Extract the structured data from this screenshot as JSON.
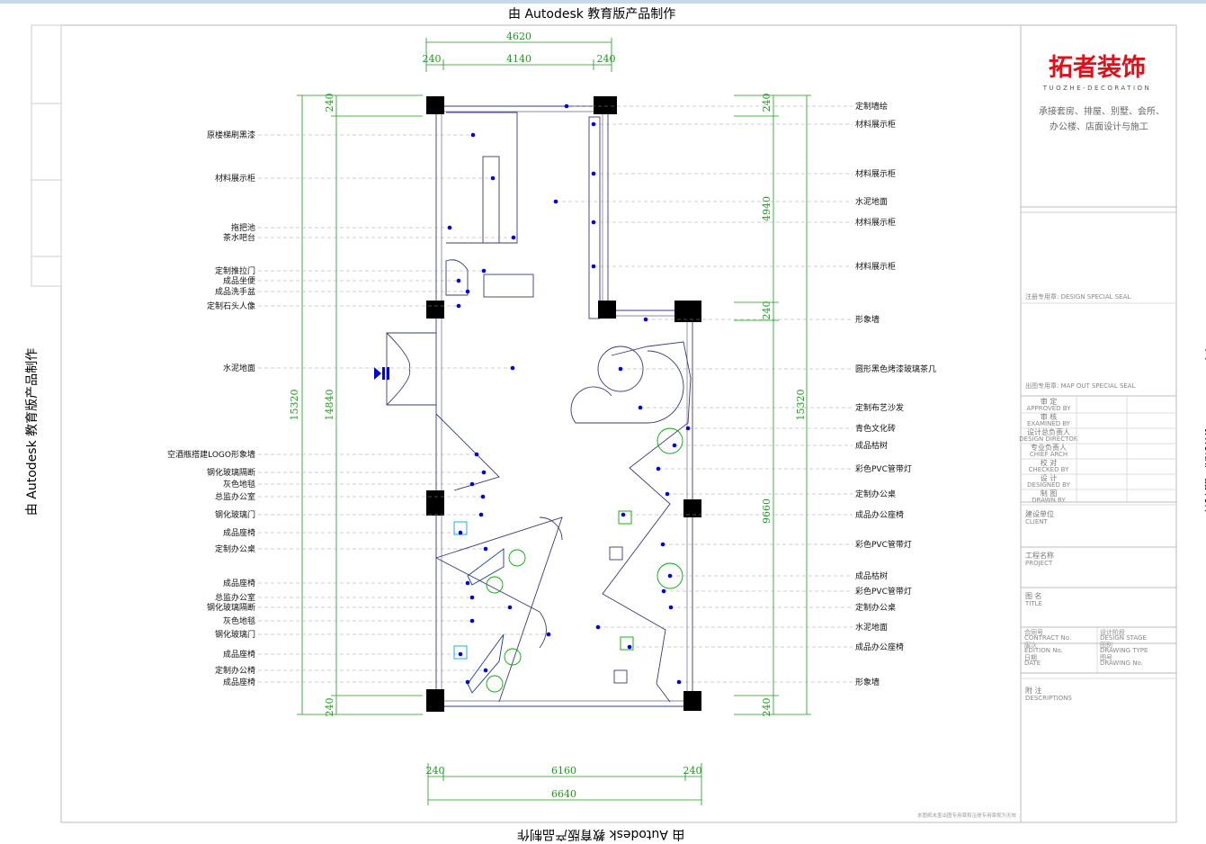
{
  "watermark": "由 Autodesk 教育版产品制作",
  "dimensions": {
    "top_total": "4620",
    "top_left": "240",
    "top_mid": "4140",
    "top_right": "240",
    "bottom_left": "240",
    "bottom_mid": "6160",
    "bottom_right": "240",
    "bottom_total": "6640",
    "left_total": "15320",
    "left_inner": "14840",
    "left_top": "240",
    "left_bottom": "240",
    "right_total": "15320",
    "right_top": "240",
    "right_upper": "4940",
    "right_mid": "240",
    "right_lower": "9660",
    "right_bottom": "240"
  },
  "left_labels": [
    "原楼梯刷黑漆",
    "材料展示柜",
    "拖把池",
    "茶水吧台",
    "定制推拉门",
    "成品坐便",
    "成品洗手盆",
    "定制石头人像",
    "水泥地面",
    "空酒瓶搭建LOGO形象墙",
    "钢化玻璃隔断",
    "灰色地毯",
    "总监办公室",
    "钢化玻璃门",
    "成品座椅",
    "定制办公桌",
    "成品座椅",
    "总监办公室",
    "钢化玻璃隔断",
    "灰色地毯",
    "钢化玻璃门",
    "成品座椅",
    "定制办公椅",
    "成品座椅"
  ],
  "right_labels": [
    "定制墙绘",
    "材料展示柜",
    "材料展示柜",
    "水泥地面",
    "材料展示柜",
    "材料展示柜",
    "形象墙",
    "圆形黑色烤漆玻璃茶几",
    "定制布艺沙发",
    "青色文化砖",
    "成品枯树",
    "彩色PVC管带灯",
    "定制办公桌",
    "成品办公座椅",
    "彩色PVC管带灯",
    "成品枯树",
    "彩色PVC管带灯",
    "定制办公桌",
    "水泥地面",
    "成品办公座椅",
    "形象墙"
  ],
  "title_block": {
    "logo": "拓者装饰",
    "logo_sub": "TUOZHE-DECORATION",
    "slogan1": "承接套房、排屋、别墅、会所、",
    "slogan2": "办公楼、店面设计与施工",
    "design_seal": "注册专用章: DESIGN SPECIAL SEAL",
    "plot_seal": "出图专用章: MAP OUT SPECIAL SEAL",
    "roles": [
      {
        "cn": "审 定",
        "en": "APPROVED BY"
      },
      {
        "cn": "审 核",
        "en": "EXAMINED BY"
      },
      {
        "cn": "设计总负责人",
        "en": "DESIGN DIRECTOR"
      },
      {
        "cn": "专业负责人",
        "en": "CHIEF ARCH"
      },
      {
        "cn": "校 对",
        "en": "CHECKED BY"
      },
      {
        "cn": "设 计",
        "en": "DESIGNED BY"
      },
      {
        "cn": "制 图",
        "en": "DRAWN BY"
      }
    ],
    "client": {
      "cn": "建设单位",
      "en": "CLIENT"
    },
    "project": {
      "cn": "工程名称",
      "en": "PROJECT"
    },
    "title": {
      "cn": "图 名",
      "en": "TITLE"
    },
    "meta": [
      {
        "cn": "合同号",
        "en": "CONTRACT No."
      },
      {
        "cn": "设计阶段",
        "en": "DESIGN STAGE"
      },
      {
        "cn": "版次",
        "en": "EDITION No."
      },
      {
        "cn": "图别",
        "en": "DRAWING TYPE"
      },
      {
        "cn": "日期",
        "en": "DATE"
      },
      {
        "cn": "图号",
        "en": "DRAWING No."
      }
    ],
    "notes": {
      "cn": "附 注",
      "en": "DESCRIPTIONS"
    },
    "footer": "本图纸未盖出图专用章和注册专用章视为无效"
  },
  "colors": {
    "dim": "#1a9a1a",
    "dot": "#0000dd",
    "wall": "#000000",
    "furniture": "#00aa00",
    "line": "#3a3a7a"
  }
}
